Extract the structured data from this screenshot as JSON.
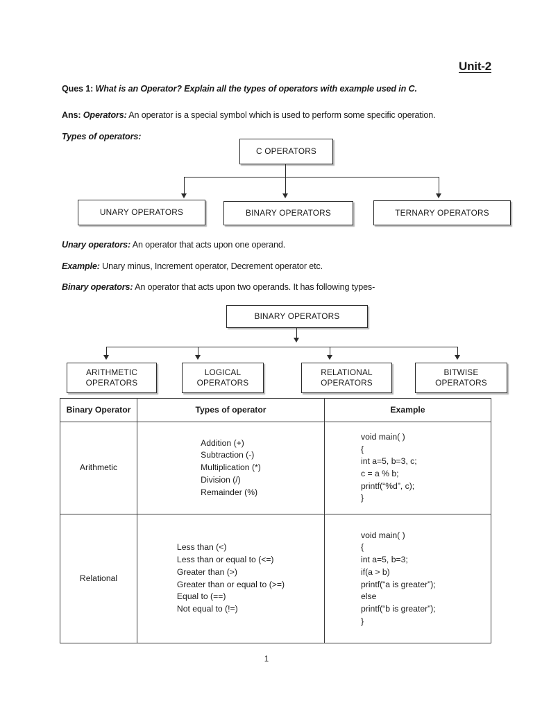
{
  "document": {
    "unit_title": "Unit-2",
    "page_number": "1"
  },
  "question": {
    "label": "Ques 1:",
    "text": "What is an Operator? Explain all the types of operators with example used in C."
  },
  "answer": {
    "prefix": "Ans:",
    "term": "Operators:",
    "text": "An operator is a special symbol which is used to perform some specific operation."
  },
  "sections": {
    "types_heading": "Types of operators:",
    "unary_term": "Unary operators:",
    "unary_text": "An operator that acts upon one operand.",
    "example_term": "Example:",
    "example_text": "Unary minus, Increment operator, Decrement operator etc.",
    "binary_term": "Binary operators:",
    "binary_text": "An operator that acts upon two operands. It has following types-"
  },
  "chart_one": {
    "root": "C OPERATORS",
    "children": [
      "UNARY OPERATORS",
      "BINARY OPERATORS",
      "TERNARY OPERATORS"
    ]
  },
  "chart_two": {
    "root": "BINARY OPERATORS",
    "children": [
      {
        "line1": "ARITHMETIC",
        "line2": "OPERATORS"
      },
      {
        "line1": "LOGICAL",
        "line2": "OPERATORS"
      },
      {
        "line1": "RELATIONAL",
        "line2": "OPERATORS"
      },
      {
        "line1": "BITWISE",
        "line2": "OPERATORS"
      }
    ]
  },
  "table": {
    "headers": [
      "Binary Operator",
      "Types of operator",
      "Example"
    ],
    "rows": [
      {
        "name": "Arithmetic",
        "types": [
          "Addition (+)",
          "Subtraction (-)",
          "Multiplication (*)",
          "Division (/)",
          "Remainder (%)"
        ],
        "example": [
          "void main( )",
          "{",
          " int a=5, b=3, c;",
          " c = a % b;",
          "  printf(“%d”, c);",
          "}"
        ]
      },
      {
        "name": "Relational",
        "types": [
          "Less than (<)",
          "Less than or equal to (<=)",
          "Greater than (>)",
          "Greater than or equal to (>=)",
          "Equal to (==)",
          "Not equal to (!=)"
        ],
        "example": [
          "void main( )",
          "{",
          "int a=5, b=3;",
          "if(a > b)",
          "printf(“a is greater”);",
          "else",
          "printf(“b is greater”);",
          "}"
        ]
      }
    ]
  }
}
